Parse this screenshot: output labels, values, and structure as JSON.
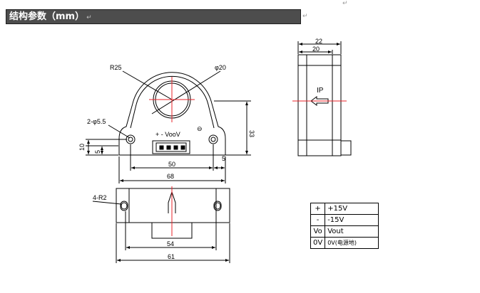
{
  "section": {
    "title": "结构参数（mm）",
    "paragraph_mark": "↵"
  },
  "front_view": {
    "outer_radius_label": "R25",
    "hole_diameter_label": "φ20",
    "mount_hole_label": "2-φ5.5",
    "terminal_label": "+ - VooV",
    "ground_symbol": "⊖",
    "dims": {
      "height": "33",
      "hole_height": "10",
      "base_height": "5",
      "hole_spacing": "50",
      "edge_offset": "5",
      "width": "68"
    }
  },
  "side_view": {
    "width_outer": "22",
    "width_inner": "20",
    "current_label": "IP"
  },
  "bottom_view": {
    "slot_label": "4-R2",
    "slot_spacing": "54",
    "width": "61"
  },
  "pin_table": {
    "rows": [
      {
        "symbol": "+",
        "function": "+15V"
      },
      {
        "symbol": "-",
        "function": "-15V"
      },
      {
        "symbol": "Vo",
        "function": "Vout"
      },
      {
        "symbol": "0V",
        "function": "0V(电源地)"
      }
    ]
  },
  "colors": {
    "title_bar": "#4d4d4d",
    "centerline": "#e8232a"
  }
}
